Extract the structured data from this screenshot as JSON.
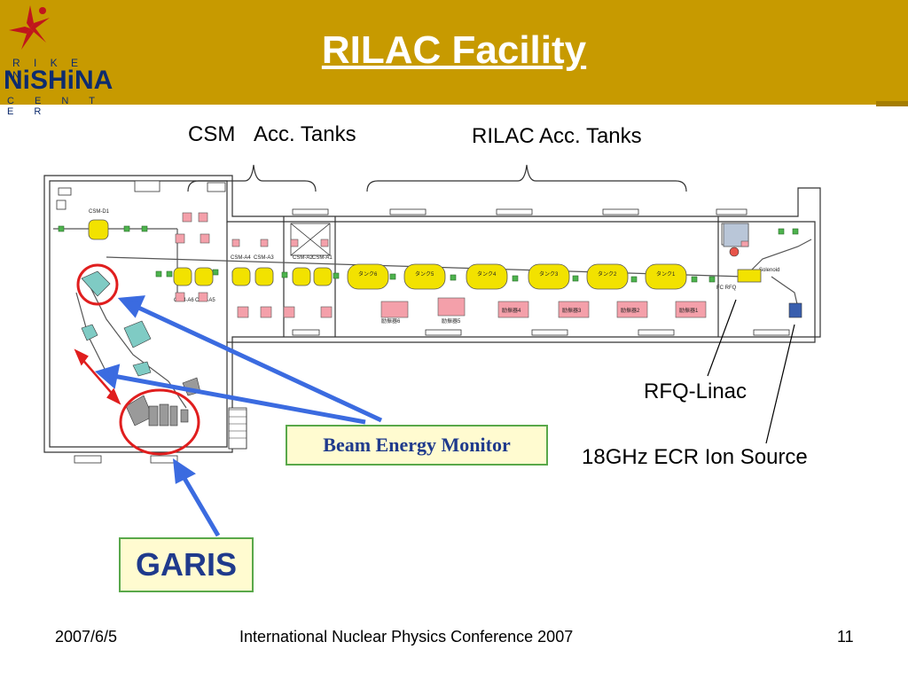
{
  "logo": {
    "line1": "R I K E N",
    "line2": "NiSHiNA",
    "line3": "C E N T E R"
  },
  "title": "RILAC Facility",
  "labels": {
    "csm": "CSM",
    "acc_tanks": "Acc. Tanks",
    "rilac_acc_tanks": "RILAC Acc. Tanks",
    "rfq_linac": "RFQ-Linac",
    "ecr_source": "18GHz ECR Ion Source",
    "beam_energy_monitor": "Beam Energy Monitor",
    "garis": "GARIS"
  },
  "footer": {
    "date": "2007/6/5",
    "conference": "International Nuclear Physics Conference 2007",
    "page": "11"
  },
  "colors": {
    "header": "#c79a00",
    "arrow": "#3b6be0",
    "highlight_circle": "#e01e1e",
    "tank": "#f2e200",
    "callout_border": "#59a84a",
    "callout_fill": "#fffbd0",
    "callout_text": "#1f3a8c"
  },
  "floorplan": {
    "csm_labels": [
      "CSM-D1",
      "CSM-A4",
      "CSM-A3",
      "CSM-A2",
      "CSM-A1",
      "CSM-A6",
      "CSM-A5"
    ],
    "rilac_tanks": [
      "タンク6",
      "タンク5",
      "タンク4",
      "タンク3",
      "タンク2",
      "タンク1"
    ],
    "amplifiers": [
      "励振器6",
      "励振器5",
      "励振器4",
      "励振器3",
      "励振器2",
      "励振器1"
    ],
    "misc": [
      "Solenoid",
      "FC RFQ"
    ]
  }
}
